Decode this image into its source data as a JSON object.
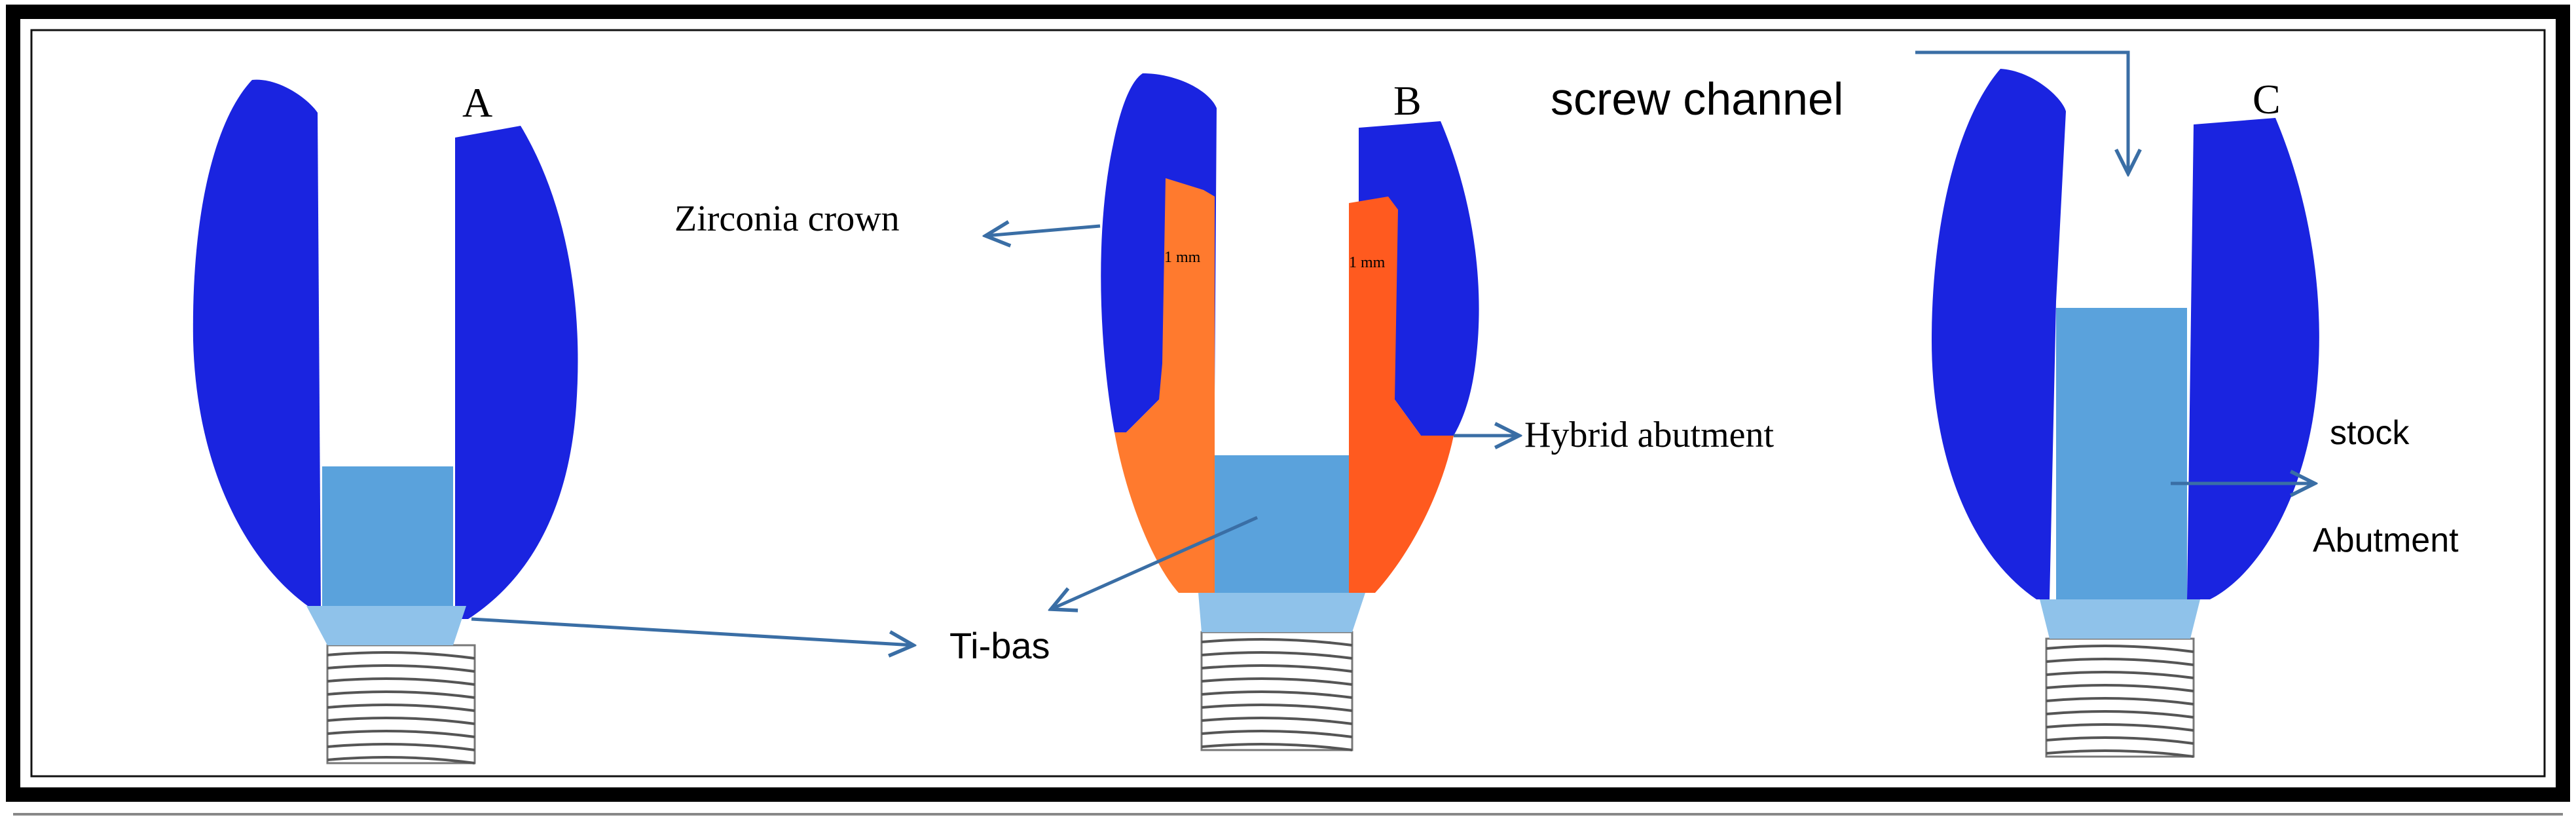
{
  "colors": {
    "crown": "#1a24e0",
    "crown_dark": "#1018c8",
    "tibase": "#5aa2dc",
    "tibase_light": "#8fc2ea",
    "hybrid": "#ff5a1f",
    "hybrid_light": "#ff7a2e",
    "thread_fill": "#ffffff",
    "thread_line": "#555555",
    "arrow": "#3a6ea5",
    "frame": "#000000"
  },
  "labels": {
    "panel_a": "A",
    "panel_b": "B",
    "panel_c": "C",
    "screw_channel": "screw channel",
    "zirconia_crown": "Zirconia crown",
    "hybrid_abutment": "Hybrid abutment",
    "ti_bas": "Ti-bas",
    "stock": "stock",
    "abutment": "Abutment",
    "thickness_left": "1 mm",
    "thickness_right": "1 mm"
  },
  "icons": {
    "implant_a": "implant-crown-icon",
    "implant_b": "implant-hybrid-icon",
    "implant_c": "implant-stock-icon"
  }
}
